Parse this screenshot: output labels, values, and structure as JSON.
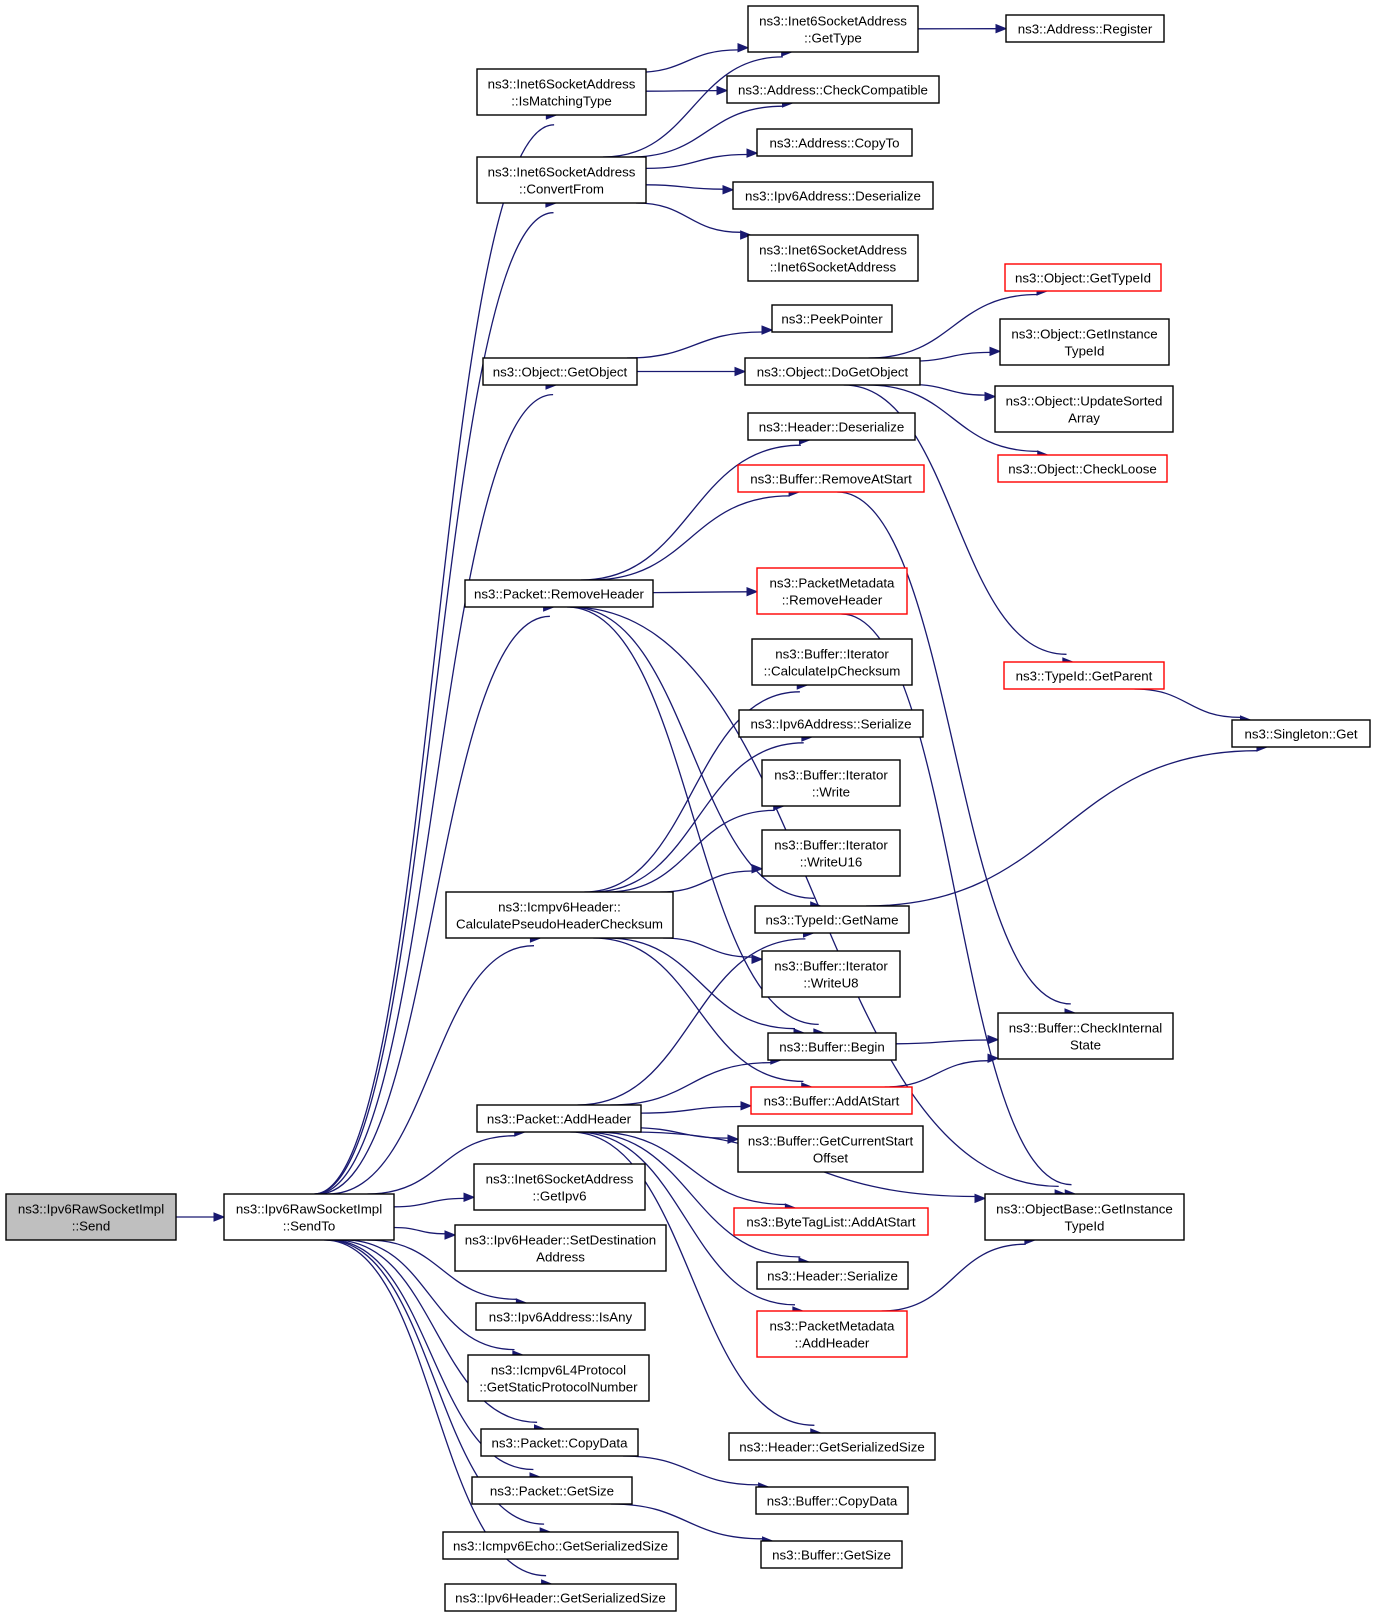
{
  "graph": {
    "edge_color": "#191970",
    "truncated_node_color": "#ff0000",
    "root_fill": "#bfbfbf",
    "nodes": [
      {
        "id": "send",
        "lines": [
          "ns3::Ipv6RawSocketImpl",
          "::Send"
        ],
        "style": "root"
      },
      {
        "id": "sendto",
        "lines": [
          "ns3::Ipv6RawSocketImpl",
          "::SendTo"
        ],
        "style": "normal"
      },
      {
        "id": "ismatching",
        "lines": [
          "ns3::Inet6SocketAddress",
          "::IsMatchingType"
        ],
        "style": "normal"
      },
      {
        "id": "gettype",
        "lines": [
          "ns3::Inet6SocketAddress",
          "::GetType"
        ],
        "style": "normal"
      },
      {
        "id": "register",
        "lines": [
          "ns3::Address::Register"
        ],
        "style": "normal"
      },
      {
        "id": "checkcompat",
        "lines": [
          "ns3::Address::CheckCompatible"
        ],
        "style": "normal"
      },
      {
        "id": "convertfrom",
        "lines": [
          "ns3::Inet6SocketAddress",
          "::ConvertFrom"
        ],
        "style": "normal"
      },
      {
        "id": "copyto",
        "lines": [
          "ns3::Address::CopyTo"
        ],
        "style": "normal"
      },
      {
        "id": "ipv6deser",
        "lines": [
          "ns3::Ipv6Address::Deserialize"
        ],
        "style": "normal"
      },
      {
        "id": "inet6ctor",
        "lines": [
          "ns3::Inet6SocketAddress",
          "::Inet6SocketAddress"
        ],
        "style": "normal"
      },
      {
        "id": "obj_gettypeid",
        "lines": [
          "ns3::Object::GetTypeId"
        ],
        "style": "red"
      },
      {
        "id": "peekpointer",
        "lines": [
          "ns3::PeekPointer"
        ],
        "style": "normal"
      },
      {
        "id": "getobject",
        "lines": [
          "ns3::Object::GetObject"
        ],
        "style": "normal"
      },
      {
        "id": "dogetobject",
        "lines": [
          "ns3::Object::DoGetObject"
        ],
        "style": "normal"
      },
      {
        "id": "getinstancetypeid",
        "lines": [
          "ns3::Object::GetInstance",
          "TypeId"
        ],
        "style": "normal"
      },
      {
        "id": "updatesorted",
        "lines": [
          "ns3::Object::UpdateSorted",
          "Array"
        ],
        "style": "normal"
      },
      {
        "id": "headerdeser",
        "lines": [
          "ns3::Header::Deserialize"
        ],
        "style": "normal"
      },
      {
        "id": "checkloose",
        "lines": [
          "ns3::Object::CheckLoose"
        ],
        "style": "red"
      },
      {
        "id": "removeatstart",
        "lines": [
          "ns3::Buffer::RemoveAtStart"
        ],
        "style": "red"
      },
      {
        "id": "removeheader",
        "lines": [
          "ns3::Packet::RemoveHeader"
        ],
        "style": "normal"
      },
      {
        "id": "pm_removeheader",
        "lines": [
          "ns3::PacketMetadata",
          "::RemoveHeader"
        ],
        "style": "red"
      },
      {
        "id": "calcipchecksum",
        "lines": [
          "ns3::Buffer::Iterator",
          "::CalculateIpChecksum"
        ],
        "style": "normal"
      },
      {
        "id": "getparent",
        "lines": [
          "ns3::TypeId::GetParent"
        ],
        "style": "red"
      },
      {
        "id": "singletonget",
        "lines": [
          "ns3::Singleton::Get"
        ],
        "style": "normal"
      },
      {
        "id": "ipv6ser",
        "lines": [
          "ns3::Ipv6Address::Serialize"
        ],
        "style": "normal"
      },
      {
        "id": "iterwrite",
        "lines": [
          "ns3::Buffer::Iterator",
          "::Write"
        ],
        "style": "normal"
      },
      {
        "id": "iterwriteu16",
        "lines": [
          "ns3::Buffer::Iterator",
          "::WriteU16"
        ],
        "style": "normal"
      },
      {
        "id": "calcpseudo",
        "lines": [
          "ns3::Icmpv6Header::",
          "CalculatePseudoHeaderChecksum"
        ],
        "style": "normal"
      },
      {
        "id": "typeidgetname",
        "lines": [
          "ns3::TypeId::GetName"
        ],
        "style": "normal"
      },
      {
        "id": "iterwriteu8",
        "lines": [
          "ns3::Buffer::Iterator",
          "::WriteU8"
        ],
        "style": "normal"
      },
      {
        "id": "bufbegin",
        "lines": [
          "ns3::Buffer::Begin"
        ],
        "style": "normal"
      },
      {
        "id": "checkinternal",
        "lines": [
          "ns3::Buffer::CheckInternal",
          "State"
        ],
        "style": "normal"
      },
      {
        "id": "addatstart",
        "lines": [
          "ns3::Buffer::AddAtStart"
        ],
        "style": "red"
      },
      {
        "id": "addheader",
        "lines": [
          "ns3::Packet::AddHeader"
        ],
        "style": "normal"
      },
      {
        "id": "getcurrentstart",
        "lines": [
          "ns3::Buffer::GetCurrentStart",
          "Offset"
        ],
        "style": "normal"
      },
      {
        "id": "getipv6",
        "lines": [
          "ns3::Inet6SocketAddress",
          "::GetIpv6"
        ],
        "style": "normal"
      },
      {
        "id": "bytetag",
        "lines": [
          "ns3::ByteTagList::AddAtStart"
        ],
        "style": "red"
      },
      {
        "id": "objbase",
        "lines": [
          "ns3::ObjectBase::GetInstance",
          "TypeId"
        ],
        "style": "normal"
      },
      {
        "id": "setdest",
        "lines": [
          "ns3::Ipv6Header::SetDestination",
          "Address"
        ],
        "style": "normal"
      },
      {
        "id": "headerser",
        "lines": [
          "ns3::Header::Serialize"
        ],
        "style": "normal"
      },
      {
        "id": "isany",
        "lines": [
          "ns3::Ipv6Address::IsAny"
        ],
        "style": "normal"
      },
      {
        "id": "pm_addheader",
        "lines": [
          "ns3::PacketMetadata",
          "::AddHeader"
        ],
        "style": "red"
      },
      {
        "id": "icmpv6proto",
        "lines": [
          "ns3::Icmpv6L4Protocol",
          "::GetStaticProtocolNumber"
        ],
        "style": "normal"
      },
      {
        "id": "pkt_copydata",
        "lines": [
          "ns3::Packet::CopyData"
        ],
        "style": "normal"
      },
      {
        "id": "header_getsersize",
        "lines": [
          "ns3::Header::GetSerializedSize"
        ],
        "style": "normal"
      },
      {
        "id": "pkt_getsize",
        "lines": [
          "ns3::Packet::GetSize"
        ],
        "style": "normal"
      },
      {
        "id": "buf_copydata",
        "lines": [
          "ns3::Buffer::CopyData"
        ],
        "style": "normal"
      },
      {
        "id": "icmpecho_sersize",
        "lines": [
          "ns3::Icmpv6Echo::GetSerializedSize"
        ],
        "style": "normal"
      },
      {
        "id": "buf_getsize",
        "lines": [
          "ns3::Buffer::GetSize"
        ],
        "style": "normal"
      },
      {
        "id": "ipv6hdr_sersize",
        "lines": [
          "ns3::Ipv6Header::GetSerializedSize"
        ],
        "style": "normal"
      }
    ],
    "edges": [
      [
        "send",
        "sendto"
      ],
      [
        "sendto",
        "ismatching"
      ],
      [
        "sendto",
        "convertfrom"
      ],
      [
        "sendto",
        "getobject"
      ],
      [
        "sendto",
        "removeheader"
      ],
      [
        "sendto",
        "calcpseudo"
      ],
      [
        "sendto",
        "addheader"
      ],
      [
        "sendto",
        "getipv6"
      ],
      [
        "sendto",
        "setdest"
      ],
      [
        "sendto",
        "isany"
      ],
      [
        "sendto",
        "icmpv6proto"
      ],
      [
        "sendto",
        "pkt_copydata"
      ],
      [
        "sendto",
        "pkt_getsize"
      ],
      [
        "sendto",
        "icmpecho_sersize"
      ],
      [
        "sendto",
        "ipv6hdr_sersize"
      ],
      [
        "ismatching",
        "gettype"
      ],
      [
        "ismatching",
        "checkcompat"
      ],
      [
        "gettype",
        "register"
      ],
      [
        "convertfrom",
        "gettype"
      ],
      [
        "convertfrom",
        "checkcompat"
      ],
      [
        "convertfrom",
        "copyto"
      ],
      [
        "convertfrom",
        "ipv6deser"
      ],
      [
        "convertfrom",
        "inet6ctor"
      ],
      [
        "getobject",
        "peekpointer"
      ],
      [
        "getobject",
        "dogetobject"
      ],
      [
        "dogetobject",
        "obj_gettypeid"
      ],
      [
        "dogetobject",
        "getinstancetypeid"
      ],
      [
        "dogetobject",
        "updatesorted"
      ],
      [
        "dogetobject",
        "checkloose"
      ],
      [
        "dogetobject",
        "getparent"
      ],
      [
        "getparent",
        "singletonget"
      ],
      [
        "removeheader",
        "headerdeser"
      ],
      [
        "removeheader",
        "removeatstart"
      ],
      [
        "removeheader",
        "pm_removeheader"
      ],
      [
        "removeheader",
        "typeidgetname"
      ],
      [
        "removeheader",
        "bufbegin"
      ],
      [
        "removeheader",
        "objbase"
      ],
      [
        "removeatstart",
        "checkinternal"
      ],
      [
        "pm_removeheader",
        "objbase"
      ],
      [
        "calcpseudo",
        "calcipchecksum"
      ],
      [
        "calcpseudo",
        "ipv6ser"
      ],
      [
        "calcpseudo",
        "iterwrite"
      ],
      [
        "calcpseudo",
        "iterwriteu16"
      ],
      [
        "calcpseudo",
        "iterwriteu8"
      ],
      [
        "calcpseudo",
        "bufbegin"
      ],
      [
        "calcpseudo",
        "addatstart"
      ],
      [
        "typeidgetname",
        "singletonget"
      ],
      [
        "bufbegin",
        "checkinternal"
      ],
      [
        "addatstart",
        "checkinternal"
      ],
      [
        "addheader",
        "typeidgetname"
      ],
      [
        "addheader",
        "bufbegin"
      ],
      [
        "addheader",
        "addatstart"
      ],
      [
        "addheader",
        "getcurrentstart"
      ],
      [
        "addheader",
        "bytetag"
      ],
      [
        "addheader",
        "headerser"
      ],
      [
        "addheader",
        "pm_addheader"
      ],
      [
        "addheader",
        "header_getsersize"
      ],
      [
        "addheader",
        "objbase"
      ],
      [
        "pm_addheader",
        "objbase"
      ],
      [
        "pkt_copydata",
        "buf_copydata"
      ],
      [
        "pkt_getsize",
        "buf_getsize"
      ]
    ]
  }
}
